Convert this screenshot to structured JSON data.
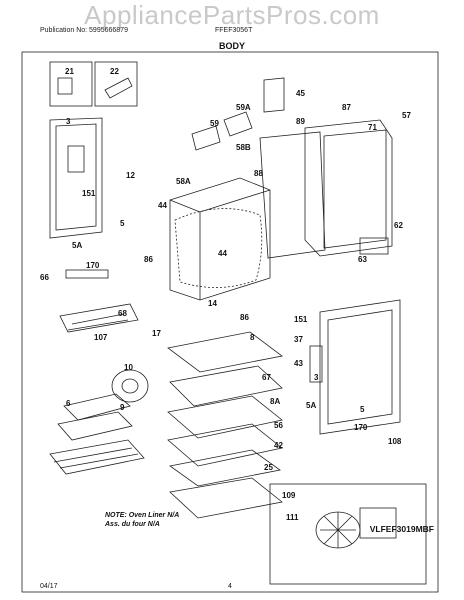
{
  "watermark": "AppliancePartsPros.com",
  "header": {
    "publication": "Publication No: 5995666879",
    "model": "FFEF3056T",
    "section": "BODY"
  },
  "labels": {
    "l21": "21",
    "l22": "22",
    "l45": "45",
    "l59a": "59A",
    "l87": "87",
    "l3": "3",
    "l59": "59",
    "l89": "89",
    "l71": "71",
    "l57": "57",
    "l58b": "58B",
    "l12": "12",
    "l58a": "58A",
    "l88": "88",
    "l151": "151",
    "l44a": "44",
    "l5": "5",
    "l62": "62",
    "l5a": "5A",
    "l44b": "44",
    "l170": "170",
    "l86a": "86",
    "l63": "63",
    "l66": "66",
    "l14": "14",
    "l86b": "86",
    "l68": "68",
    "l17": "17",
    "l8": "8",
    "l151b": "151",
    "l107": "107",
    "l37": "37",
    "l10": "10",
    "l43": "43",
    "l67": "67",
    "l3b": "3",
    "l9": "9",
    "l6": "6",
    "l8a": "8A",
    "l5a2": "5A",
    "l5b": "5",
    "l56": "56",
    "l170b": "170",
    "l108": "108",
    "l42": "42",
    "l25": "25",
    "l109": "109",
    "l111": "111"
  },
  "note": {
    "line1": "NOTE: Oven Liner N/A",
    "line2": "Ass. du four N/A"
  },
  "diagram_code": "VLFEF3019MBF",
  "footer": {
    "date": "04/17",
    "page": "4"
  }
}
